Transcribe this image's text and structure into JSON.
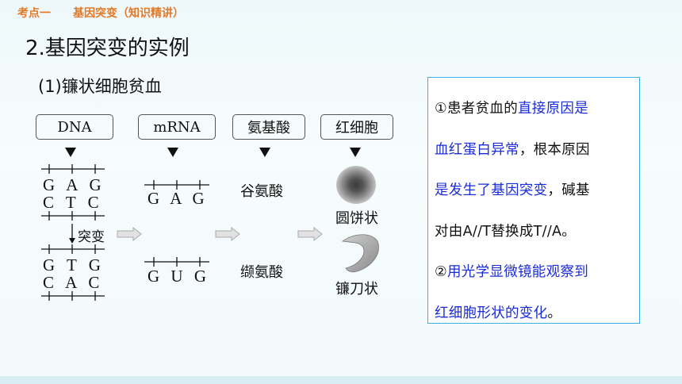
{
  "header": {
    "part1": "考点一",
    "part2": "基因突变（知识精讲）"
  },
  "title": "2.基因突变的实例",
  "subtitle": "(1)镰状细胞贫血",
  "boxes": {
    "dna": "DNA",
    "mrna": "mRNA",
    "aa": "氨基酸",
    "cell": "红细胞"
  },
  "dna_normal": {
    "top": "G A G",
    "bottom": "C T C"
  },
  "dna_mutant": {
    "top": "G T G",
    "bottom": "C A C"
  },
  "mutation_label": "突变",
  "mrna_normal": "G A G",
  "mrna_mutant": "G U G",
  "aa_normal": "谷氨酸",
  "aa_mutant": "缬氨酸",
  "cell_normal": "圆饼状",
  "cell_mutant": "镰刀状",
  "notes": {
    "l1a": "①患者贫血的",
    "l1b": "直接原因是",
    "l2a": "血红蛋白异常",
    "l2b": "，根本原因",
    "l3a": "是发生了基因突变",
    "l3b": "，碱基",
    "l4": "对由A//T替换成T//A。",
    "l5a": "②",
    "l5b": "用光学显微镜能观察到",
    "l6a": "红细胞形状的变化",
    "l6b": "。"
  },
  "colors": {
    "accent_header": "#e07a2a",
    "highlight": "#1a2bd8",
    "note_border": "#3ab0e8"
  }
}
